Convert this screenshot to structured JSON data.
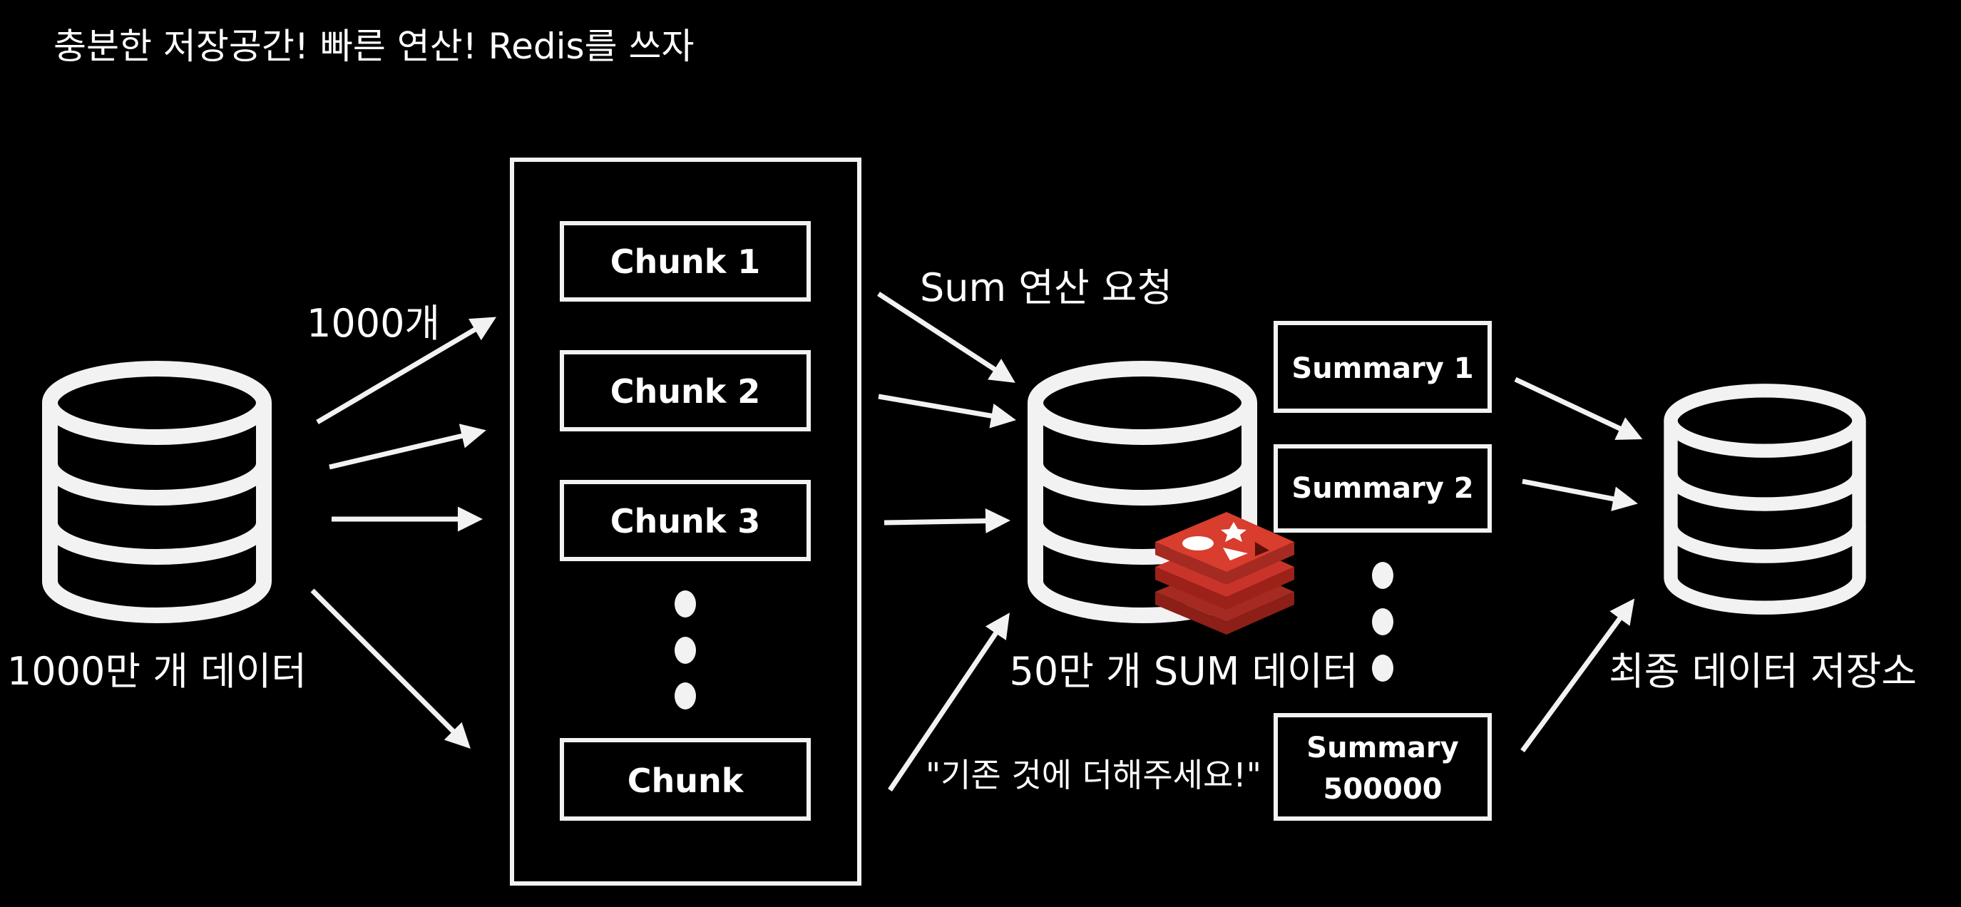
{
  "slide": {
    "title": "충분한 저장공간! 빠른 연산! Redis를 쓰자"
  },
  "source_db": {
    "label": "1000만 개 데이터",
    "icon": "database-icon"
  },
  "split_label": "1000개",
  "chunks": {
    "items": [
      "Chunk 1",
      "Chunk 2",
      "Chunk 3"
    ],
    "last": "Chunk"
  },
  "sum_request_label": "Sum 연산 요청",
  "redis_db": {
    "label": "50만 개 SUM 데이터",
    "icon": "redis-logo",
    "accent": "#c9342a"
  },
  "add_request_label": "\"기존 것에 더해주세요!\"",
  "summaries": {
    "items": [
      "Summary 1",
      "Summary 2"
    ],
    "last_line1": "Summary",
    "last_line2": "500000"
  },
  "final_db": {
    "label": "최종 데이터 저장소",
    "icon": "database-icon"
  },
  "colors": {
    "background": "#000000",
    "foreground": "#ffffff",
    "redis": "#c9342a"
  }
}
